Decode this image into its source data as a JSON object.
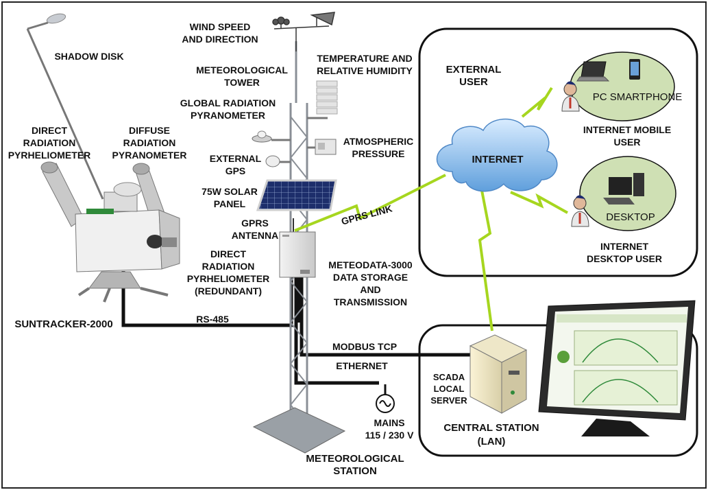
{
  "labels": {
    "shadow_disk": "SHADOW DISK",
    "wind": "WIND SPEED\nAND DIRECTION",
    "temp_humidity": "TEMPERATURE AND\nRELATIVE HUMIDITY",
    "met_tower": "METEOROLOGICAL\nTOWER",
    "global_radiation": "GLOBAL RADIATION\nPYRANOMETER",
    "atm_pressure": "ATMOSPHERIC\nPRESSURE",
    "external_gps": "EXTERNAL\nGPS",
    "solar_panel": "75W SOLAR\nPANEL",
    "gprs_antenna": "GPRS\nANTENNA",
    "gprs_link": "GPRS LINK",
    "direct_rad": "DIRECT\nRADIATION\nPYRHELIOMETER",
    "diffuse_rad": "DIFFUSE\nRADIATION\nPYRANOMETER",
    "direct_redundant": "DIRECT\nRADIATION\nPYRHELIOMETER\n(REDUNDANT)",
    "meteodata": "METEODATA-3000\nDATA STORAGE\nAND\nTRANSMISSION",
    "suntracker": "SUNTRACKER-2000",
    "rs485": "RS-485",
    "modbus": "MODBUS TCP",
    "ethernet": "ETHERNET",
    "mains": "MAINS\n115 / 230 V",
    "met_station": "METEOROLOGICAL\nSTATION",
    "external_user": "EXTERNAL\nUSER",
    "internet": "INTERNET",
    "pc_smartphone": "PC SMARTPHONE",
    "mobile_user": "INTERNET MOBILE\nUSER",
    "desktop": "DESKTOP",
    "desktop_user": "INTERNET\nDESKTOP USER",
    "scada": "SCADA\nLOCAL\nSERVER",
    "central_station": "CENTRAL STATION\n(LAN)"
  },
  "colors": {
    "cable": "#111111",
    "link_bolt": "#a6d61f",
    "cloud": "#7fb4e6",
    "user_bubble": "#cfe0b4",
    "panel_border": "#111111",
    "solar_cell": "#1d2e6b",
    "tower": "#8a8f96"
  },
  "icons": {
    "cloud": "cloud-icon",
    "user": "user-icon",
    "laptop": "laptop-icon",
    "smartphone": "smartphone-icon",
    "desktop": "desktop-computer-icon",
    "server": "server-icon",
    "monitor": "monitor-icon",
    "mains": "ac-power-symbol-icon"
  }
}
